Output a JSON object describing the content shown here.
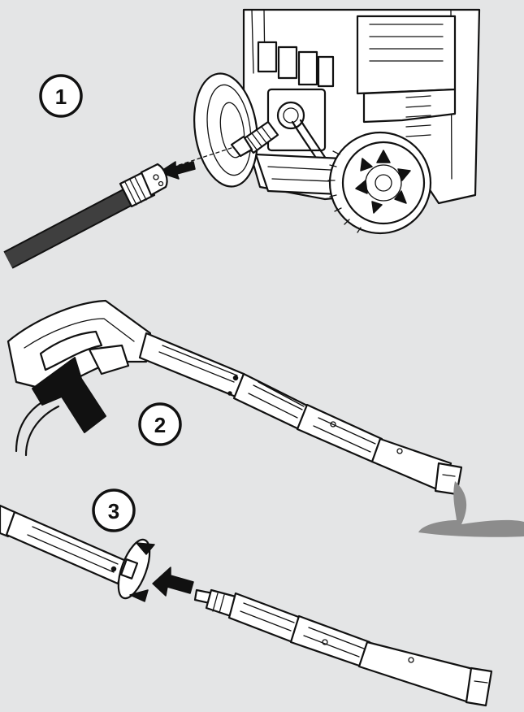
{
  "steps": [
    {
      "number": "1"
    },
    {
      "number": "2"
    },
    {
      "number": "3"
    }
  ],
  "colors": {
    "background": "#e4e5e6",
    "line": "#111111",
    "fill": "#ffffff",
    "hose": "#3f3f3f",
    "puddle": "#8c8c8c"
  }
}
